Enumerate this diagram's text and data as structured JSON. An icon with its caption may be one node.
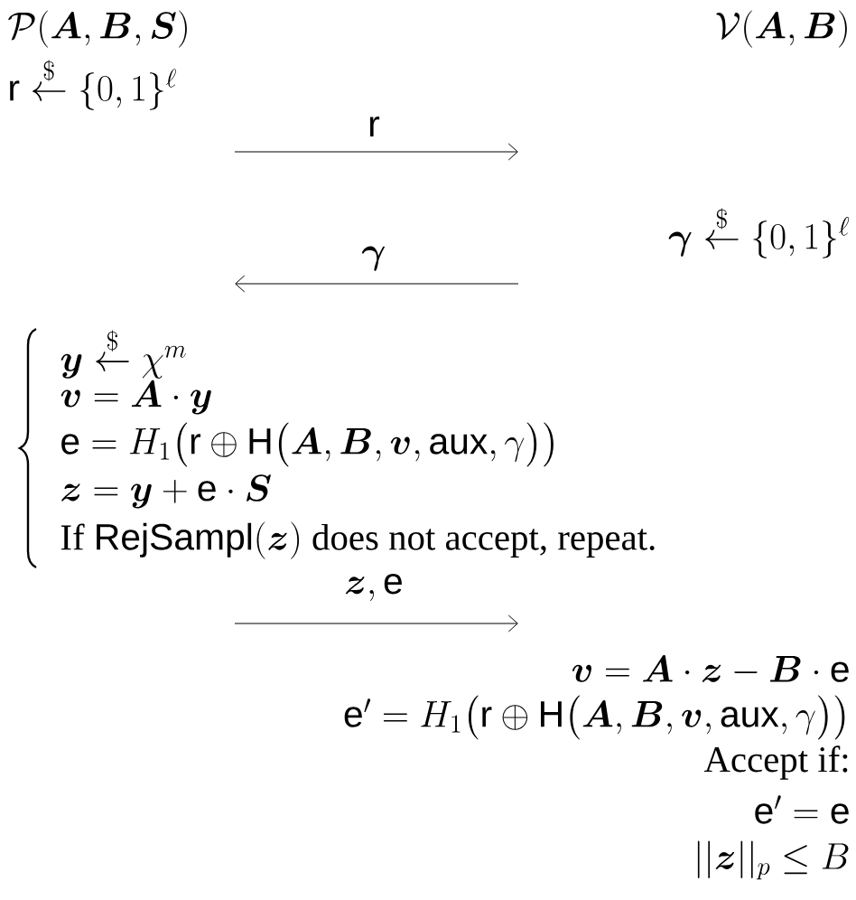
{
  "diagram": {
    "labels": [
      "\\mathcal{P}(\\boldsymbol{A},\\boldsymbol{B},\\boldsymbol{S})",
      "\\mathcal{V}(\\boldsymbol{A},\\boldsymbol{B})",
      "\\mathsf{r}\\overset{\\$}{\\leftarrow}\\{0,1\\}^{\\ell}",
      "\\mathsf{r}",
      "\\boldsymbol{\\gamma}\\overset{\\$}{\\leftarrow}\\{0,1\\}^{\\ell}",
      "\\boldsymbol{\\gamma}",
      "\\boldsymbol{y}\\overset{\\$}{\\leftarrow}\\chi^{m}",
      "\\boldsymbol{v}=\\boldsymbol{A}\\cdot\\boldsymbol{y}",
      "\\mathsf{e}=H_1\\big(\\mathsf{r}\\oplus\\mathsf{H}\\big(\\boldsymbol{A},\\boldsymbol{B},\\boldsymbol{v},\\mathsf{aux},\\gamma\\big)\\big)",
      "\\boldsymbol{z}=\\boldsymbol{y}+\\mathsf{e}\\cdot\\boldsymbol{S}",
      "\\text{If }\\mathsf{RejSampl}(\\boldsymbol{z})\\text{ does not accept, repeat.}",
      "\\boldsymbol{z},\\mathsf{e}",
      "\\boldsymbol{v}=\\boldsymbol{A}\\cdot\\boldsymbol{z}-\\boldsymbol{B}\\cdot\\mathsf{e}",
      "\\mathsf{e}'=H_1\\big(\\mathsf{r}\\oplus\\mathsf{H}\\big(\\boldsymbol{A},\\boldsymbol{B},\\boldsymbol{v},\\mathsf{aux},\\gamma\\big)\\big)",
      "Accept if:",
      "\\mathsf{e}'=\\mathsf{e}",
      "||\\boldsymbol{z}||_p\\leq B"
    ]
  }
}
